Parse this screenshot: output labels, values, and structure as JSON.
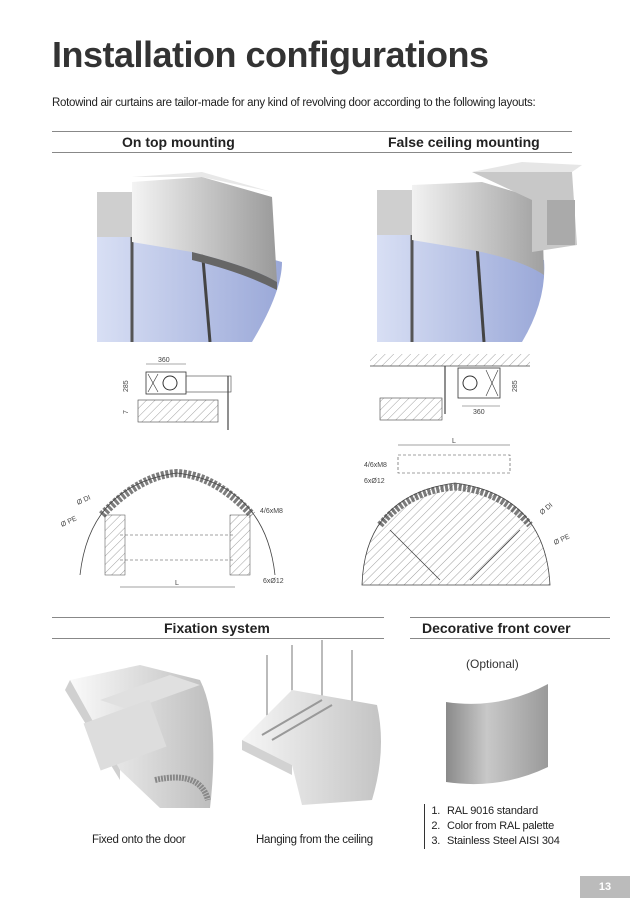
{
  "title": "Installation configurations",
  "subtitle": "Rotowind air curtains are tailor-made for any kind of revolving door according to the following layouts:",
  "sections": {
    "on_top": "On top mounting",
    "false_ceiling": "False ceiling mounting",
    "fixation": "Fixation system",
    "decorative": "Decorative front cover"
  },
  "diagram_labels": {
    "left_width": "360",
    "left_height": "285",
    "left_gap": "7",
    "right_height": "285",
    "right_width": "360",
    "plan_left_di": "Ø DI",
    "plan_left_pe": "Ø PE",
    "plan_left_m8": "4/6xM8",
    "plan_left_l": "L",
    "plan_left_holes": "6xØ12",
    "plan_right_l": "L",
    "plan_right_m8": "4/6xM8",
    "plan_right_holes": "6xØ12",
    "plan_right_di": "Ø DI",
    "plan_right_pe": "Ø PE"
  },
  "captions": {
    "fixed_door": "Fixed onto the door",
    "hanging": "Hanging from the ceiling"
  },
  "optional": "(Optional)",
  "options": [
    "RAL 9016 standard",
    "Color from RAL palette",
    "Stainless Steel AISI 304"
  ],
  "page_number": "13"
}
